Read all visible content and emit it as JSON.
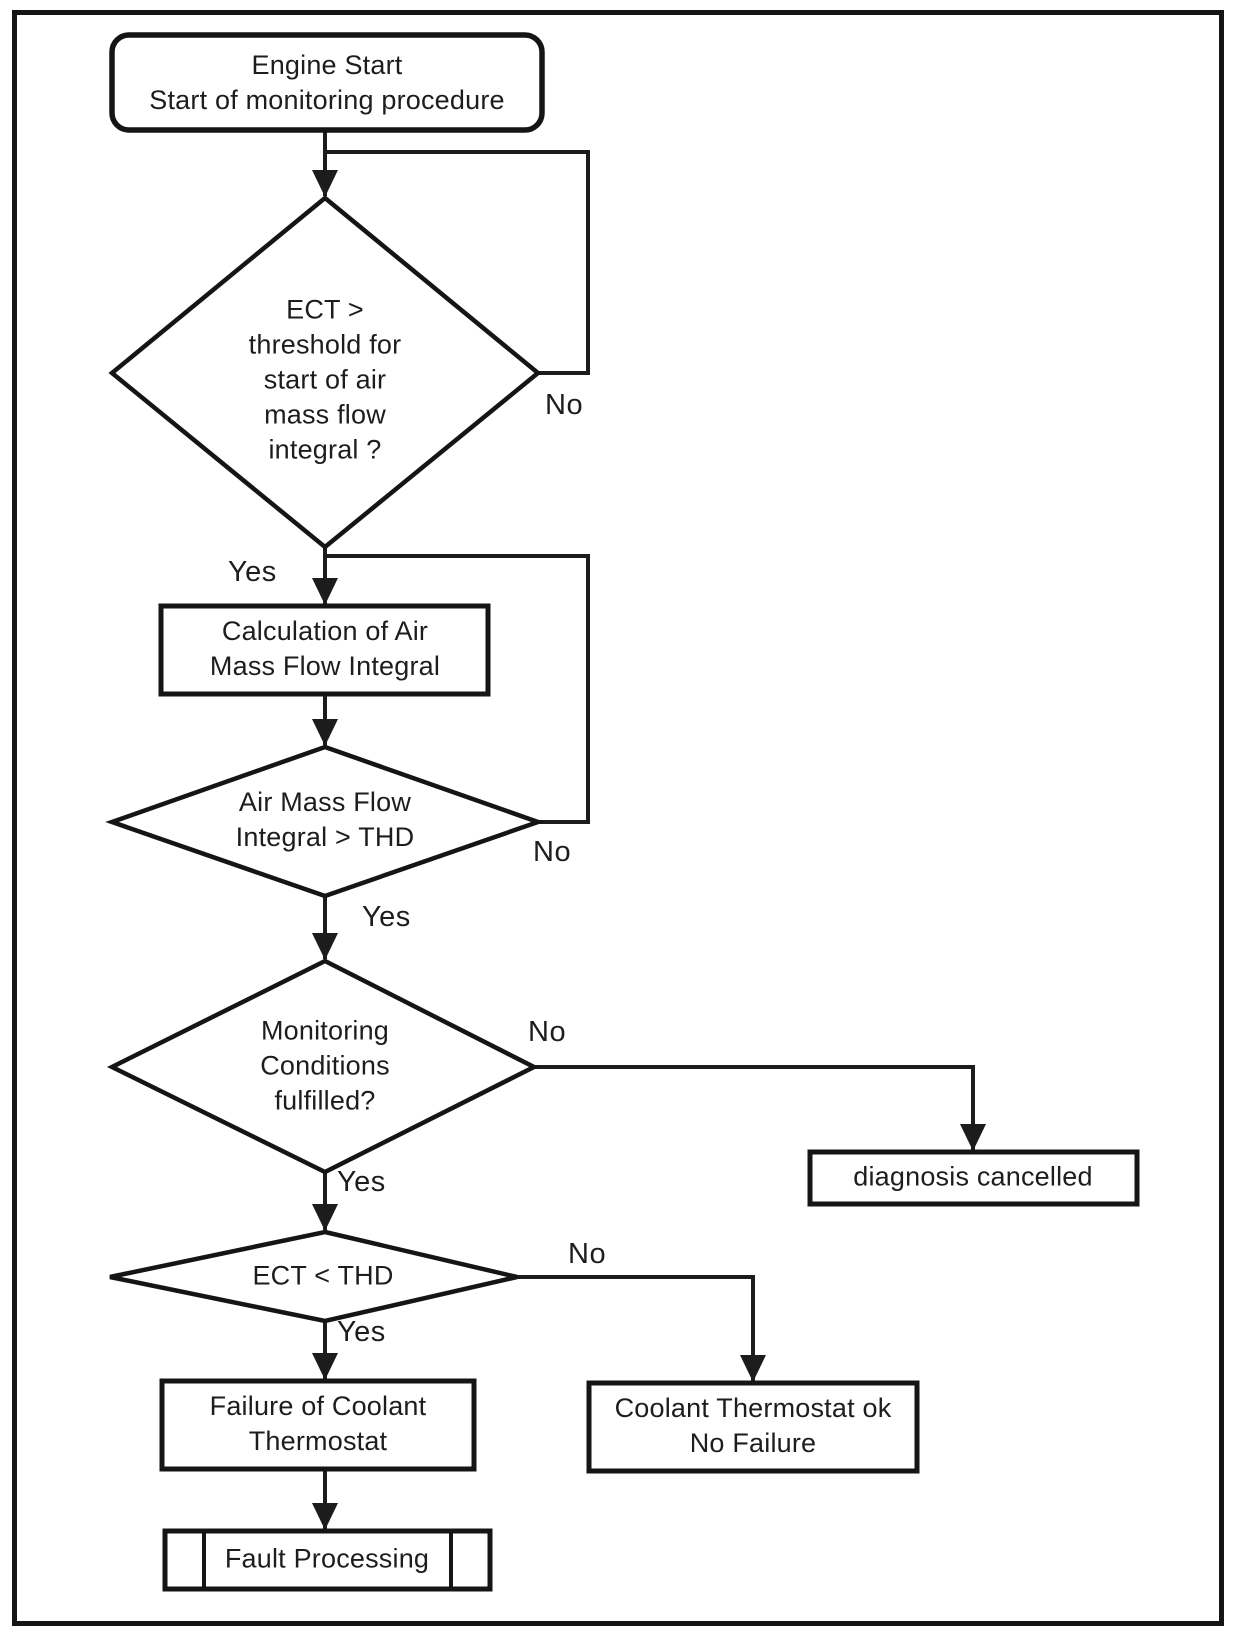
{
  "colors": {
    "ink": "#1c1c1c",
    "paper": "#ffffff"
  },
  "flowchart": {
    "nodes": {
      "engine_start": "Engine Start\nStart of monitoring procedure",
      "ect_gt_threshold": "ECT >\nthreshold for\nstart of air\nmass flow\nintegral ?",
      "calc_air_mass_integral": "Calculation of Air\nMass Flow Integral",
      "air_mass_integral_gt_thd": "Air Mass Flow\nIntegral > THD",
      "monitoring_conditions": "Monitoring\nConditions\nfulfilled?",
      "diagnosis_cancelled": "diagnosis cancelled",
      "ect_lt_thd": "ECT < THD",
      "failure_coolant_thermostat": "Failure of Coolant\nThermostat",
      "coolant_thermostat_ok": "Coolant Thermostat ok\nNo Failure",
      "fault_processing": "Fault Processing"
    },
    "branch_labels": {
      "ect_threshold_yes": "Yes",
      "ect_threshold_no": "No",
      "air_mass_yes": "Yes",
      "air_mass_no": "No",
      "monitoring_yes": "Yes",
      "monitoring_no": "No",
      "ect_lt_thd_yes": "Yes",
      "ect_lt_thd_no": "No"
    }
  }
}
